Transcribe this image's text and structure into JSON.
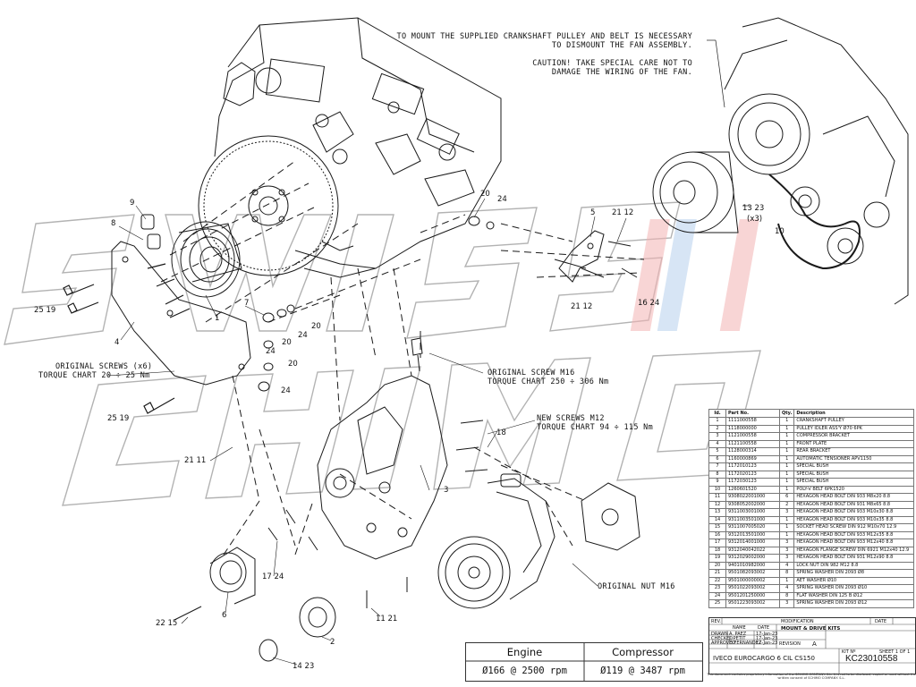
{
  "watermark": "SWISS CHIMO",
  "notes": {
    "crankshaft_line1": "TO MOUNT THE SUPPLIED CRANKSHAFT PULLEY AND BELT IS NECESSARY",
    "crankshaft_line2": "TO DISMOUNT THE FAN ASSEMBLY.",
    "caution_line1": "CAUTION! TAKE SPECIAL CARE NOT TO",
    "caution_line2": "DAMAGE THE WIRING OF THE FAN.",
    "orig_screws_line1": "ORIGINAL SCREWS (x6)",
    "orig_screws_line2": "TORQUE CHART 20 ÷ 25 Nm",
    "orig_screw_m16_line1": "ORIGINAL SCREW M16",
    "orig_screw_m16_line2": "TORQUE CHART 250 ÷ 306 Nm",
    "new_screws_line1": "NEW SCREWS M12",
    "new_screws_line2": "TORQUE CHART 94 ÷ 115 Nm",
    "orig_nut": "ORIGINAL NUT M16"
  },
  "callouts": {
    "c9": "9",
    "c8": "8",
    "c20a": "20",
    "c24a": "24",
    "c5": "5",
    "c21_12a": "21 12",
    "c13_23": "13 23",
    "c_x3": "(x3)",
    "c10": "10",
    "c25_19a": "25 19",
    "c4": "4",
    "c1": "1",
    "c7": "7",
    "c20b": "20",
    "c24b": "24",
    "c20c": "20",
    "c24c": "24",
    "c20d": "20",
    "c24d": "24",
    "c21_12b": "21 12",
    "c16_24": "16 24",
    "c25_19b": "25 19",
    "c18": "18",
    "c21_11a": "21 11",
    "c3": "3",
    "c17_24": "17 24",
    "c6": "6",
    "c22_15": "22 15",
    "c11_21": "11 21",
    "c2": "2",
    "c14_23": "14 23"
  },
  "bom": {
    "headers": [
      "Id.",
      "Part No.",
      "Qty.",
      "Description"
    ],
    "rows": [
      [
        "1",
        "1111000558",
        "1",
        "CRANKSHAFT PULLEY"
      ],
      [
        "2",
        "1118000000",
        "1",
        "PULLEY IDLER ASS'Y Ø70 6PK"
      ],
      [
        "3",
        "1121000558",
        "1",
        "COMPRESSOR BRACKET"
      ],
      [
        "4",
        "1121100558",
        "1",
        "FRONT PLATE"
      ],
      [
        "5",
        "1128000314",
        "1",
        "REAR BRACKET"
      ],
      [
        "6",
        "1160000869",
        "1",
        "AUTOMATIC TENSIONER APV1150"
      ],
      [
        "7",
        "1172010123",
        "1",
        "SPECIAL BUSH"
      ],
      [
        "8",
        "1172020123",
        "1",
        "SPECIAL BUSH"
      ],
      [
        "9",
        "1172030123",
        "1",
        "SPECIAL BUSH"
      ],
      [
        "10",
        "1260601520",
        "1",
        "POLY-V BELT 6PK1520"
      ],
      [
        "11",
        "9308022001000",
        "6",
        "HEXAGON HEAD BOLT DIN 933 M8x20 8.8"
      ],
      [
        "12",
        "9308052002000",
        "2",
        "HEXAGON HEAD BOLT DIN 931 M8x65 8.8"
      ],
      [
        "13",
        "9311003001000",
        "3",
        "HEXAGON HEAD BOLT DIN 933 M10x30 8.8"
      ],
      [
        "14",
        "9311003501000",
        "1",
        "HEXAGON HEAD BOLT DIN 933 M10x35 8.8"
      ],
      [
        "15",
        "9311007005020",
        "1",
        "SOCKET HEAD SCREW DIN 912 M10x70 12.9"
      ],
      [
        "16",
        "9312013501000",
        "1",
        "HEXAGON HEAD BOLT DIN 933 M12x35 8.8"
      ],
      [
        "17",
        "9312014001000",
        "3",
        "HEXAGON HEAD BOLT DIN 933 M12x40 8.8"
      ],
      [
        "18",
        "9312040042022",
        "3",
        "HEXAGON FLANGE SCREW DIN 6921 M12x40 12.9"
      ],
      [
        "19",
        "9312029002000",
        "3",
        "HEXAGON HEAD BOLT DIN 931 M12x90 8.8"
      ],
      [
        "20",
        "9401010982000",
        "4",
        "LOCK NUT DIN 982 M12 8.8"
      ],
      [
        "21",
        "9501082093002",
        "8",
        "SPRING WASHER DIN 2093 Ø8"
      ],
      [
        "22",
        "9501000000002",
        "1",
        "AET WASHER Ø10"
      ],
      [
        "23",
        "9501022093002",
        "4",
        "SPRING WASHER DIN 2093 Ø10"
      ],
      [
        "24",
        "9501201250000",
        "8",
        "FLAT WASHER DIN 125 B Ø12"
      ],
      [
        "25",
        "9501223093002",
        "3",
        "SPRING WASHER DIN 2093 Ø12"
      ]
    ]
  },
  "title_block": {
    "rev": "REV.",
    "modification": "MODIFICATION",
    "date": "DATE",
    "name": "NAME",
    "date2": "DATE",
    "category": "MOUNT & DRIVE KITS",
    "drawn_label": "DRAWN",
    "drawn_name": "A. PAEZ",
    "drawn_date": "17-Jan-23",
    "checked_label": "CHECKED",
    "checked_name": "J. PETIT",
    "checked_date": "17-Jan-23",
    "approved_label": "APPROVED",
    "approved_name": "D.FERNANDEZ",
    "approved_date": "17-Jan-23",
    "revision_label": "REVISION",
    "revision_value": "A",
    "kit_label": "KIT Nº",
    "sheet_label": "SHEET 1 OF 1",
    "title": "IVECO EUROCARGO 6 CIL CS150",
    "kit_number": "KC23010558",
    "footer": "This document contains proprietary information of the SCHIMO COMPANY. S.L. It is not to be disclosed, copied or used without the written consent of SCHIMO COMPANY. S.L."
  },
  "ratio_table": {
    "engine_label": "Engine",
    "compressor_label": "Compressor",
    "engine_value": "Ø166 @ 2500 rpm",
    "compressor_value": "Ø119 @ 3487 rpm"
  },
  "colors": {
    "line": "#1a1a1a",
    "watermark_stroke": "#9a9a9a",
    "watermark_blue": "#a9c6e8",
    "watermark_red": "#f0b0b0"
  }
}
